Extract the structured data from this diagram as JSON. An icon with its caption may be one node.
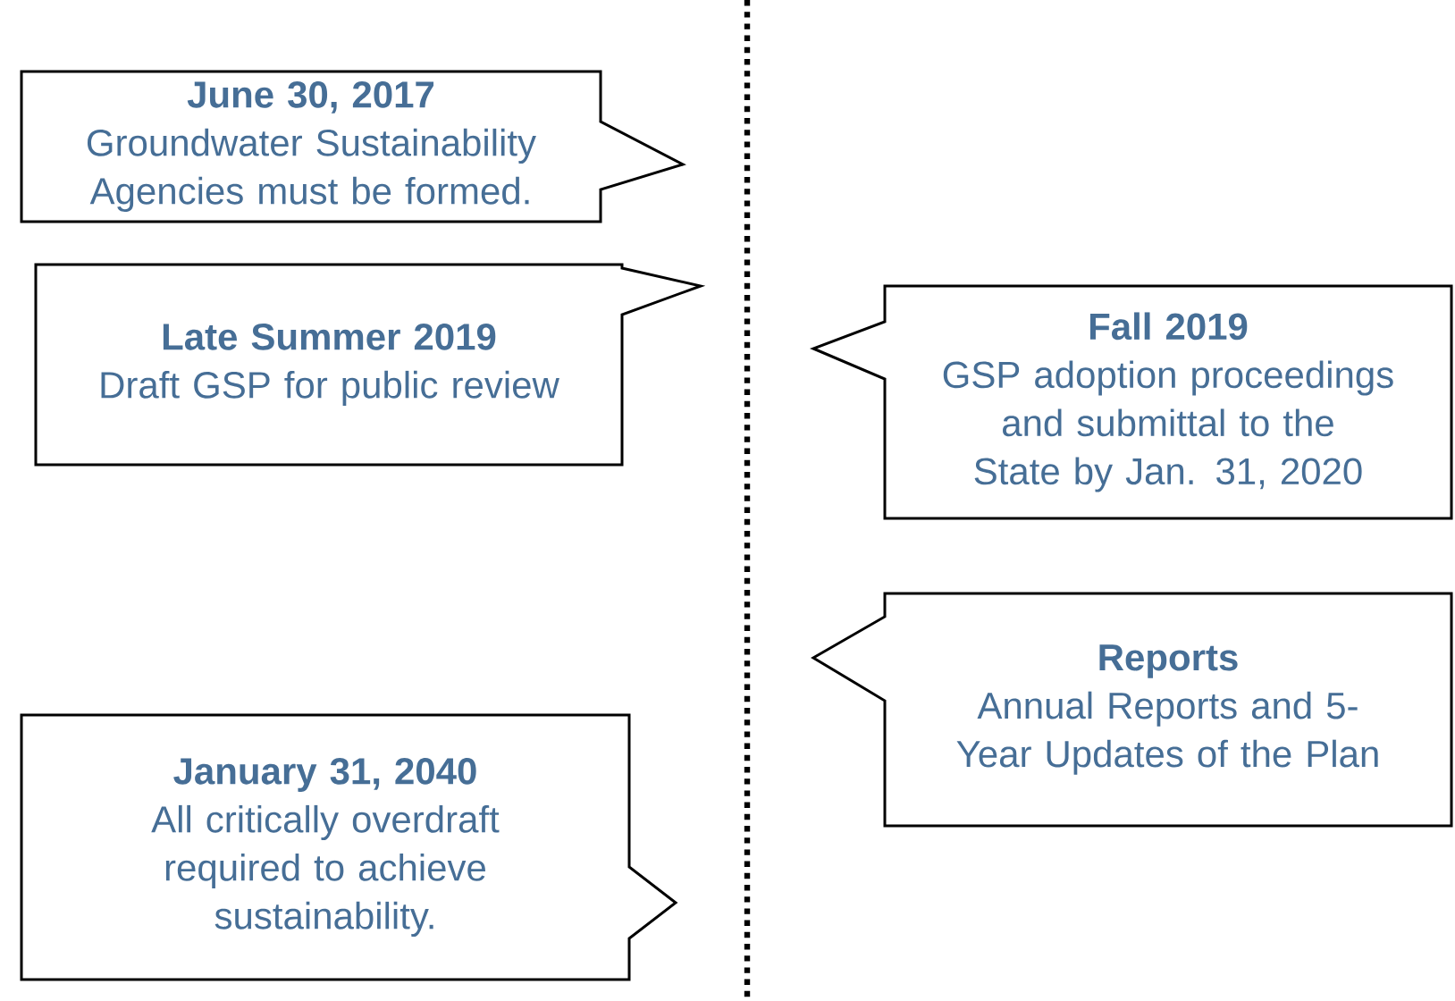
{
  "diagram": {
    "nodes": [
      {
        "text": [
          "June 30, 2017",
          "Groundwater Sustainability Agencies must be formed."
        ]
      },
      {
        "text": [
          "Late Summer 2019",
          "Draft GSP for public review"
        ]
      },
      {
        "text": [
          "Fall 2019",
          "GSP adoption proceedings and submittal to the State by Jan. 31, 2020"
        ]
      },
      {
        "text": [
          "Reports",
          "Annual Reports and 5-Year Updates of the Plan"
        ]
      },
      {
        "text": [
          "January 31, 2040",
          "All critically overdraft required to achieve sustainability."
        ]
      }
    ]
  }
}
